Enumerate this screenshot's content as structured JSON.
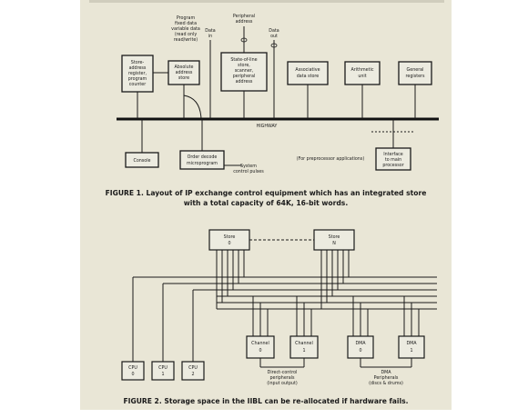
{
  "figure1": {
    "boxes": {
      "store_address": [
        "Store-",
        "address",
        "register,",
        "program",
        "counter"
      ],
      "absolute_address": [
        "Absolute",
        "address",
        "store"
      ],
      "state_of_line": [
        "State-of-line",
        "store,",
        "scanner,",
        "peripheral",
        "address"
      ],
      "associative": [
        "Associative",
        "data store"
      ],
      "arithmetic": [
        "Arithmetic",
        "unit"
      ],
      "general_registers": [
        "General",
        "registers"
      ],
      "console": [
        "Console"
      ],
      "order_decode": [
        "Order decode",
        "microprogram"
      ],
      "interface": [
        "Interface",
        "to main",
        "processor"
      ]
    },
    "labels": {
      "program_fixed": [
        "Program",
        "fixed data",
        "variable data",
        "(read only",
        "read/write)"
      ],
      "data_in": [
        "Data",
        "in"
      ],
      "peripheral_address": [
        "Peripheral",
        "address"
      ],
      "data_out": [
        "Data",
        "out"
      ],
      "highway": "HIGHWAY",
      "system_pulses": [
        "System",
        "control pulses"
      ],
      "preprocessor_note": "(For preprocessor applications)"
    },
    "caption": [
      "FIGURE 1. Layout of IP exchange control equipment which has an integrated store",
      "with a total capacity of 64K, 16-bit words."
    ]
  },
  "figure2": {
    "stores": [
      {
        "label": "Store",
        "index": "0"
      },
      {
        "label": "Store",
        "index": "N"
      }
    ],
    "cpus": [
      {
        "label": "CPU",
        "index": "0"
      },
      {
        "label": "CPU",
        "index": "1"
      },
      {
        "label": "CPU",
        "index": "2"
      }
    ],
    "channels": [
      {
        "label": "Channel",
        "index": "0"
      },
      {
        "label": "Channel",
        "index": "1"
      }
    ],
    "dmas": [
      {
        "label": "DMA",
        "index": "0"
      },
      {
        "label": "DMA",
        "index": "1"
      }
    ],
    "labels": {
      "direct_control": [
        "Direct-control",
        "peripherals",
        "(input output)"
      ],
      "dma_peripherals": [
        "DMA",
        "Peripherals",
        "(discs & drums)"
      ]
    },
    "caption": "FIGURE 2. Storage space in the IIBL can be re-allocated if hardware fails."
  }
}
